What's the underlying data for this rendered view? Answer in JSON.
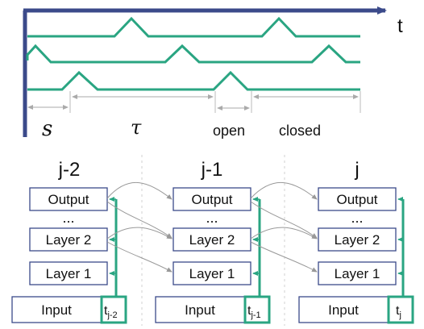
{
  "timeline": {
    "axis_label": "t",
    "interval_labels": {
      "s": "s",
      "tau": "τ",
      "open": "open",
      "closed": "closed"
    }
  },
  "columns": [
    {
      "header": "j-2",
      "output": "Output",
      "dots": "...",
      "layer2": "Layer 2",
      "layer1": "Layer 1",
      "input": "Input",
      "time_base": "t",
      "time_sub": "j-2"
    },
    {
      "header": "j-1",
      "output": "Output",
      "dots": "...",
      "layer2": "Layer 2",
      "layer1": "Layer 1",
      "input": "Input",
      "time_base": "t",
      "time_sub": "j-1"
    },
    {
      "header": "j",
      "output": "Output",
      "dots": "...",
      "layer2": "Layer 2",
      "layer1": "Layer 1",
      "input": "Input",
      "time_base": "t",
      "time_sub": "j"
    }
  ],
  "colors": {
    "axis": "#3b4a8a",
    "wave": "#2aa582",
    "box_border": "#3b4a8a",
    "connector": "#999999"
  }
}
